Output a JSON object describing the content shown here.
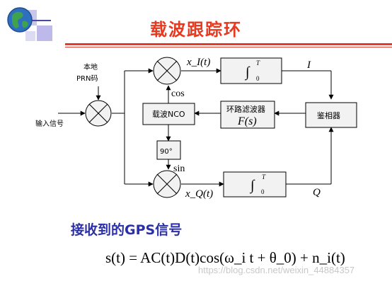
{
  "title": "载波跟踪环",
  "diagram": {
    "local_prn_line1": "本地",
    "local_prn_line2": "PRN码",
    "input_signal": "输入信号",
    "xi_label": "x_I(t)",
    "xq_label": "x_Q(t)",
    "cos_label": "cos",
    "sin_label": "sin",
    "nco_label": "载波NCO",
    "phase_shift_label": "90°",
    "loop_filter_line1": "环路滤波器",
    "loop_filter_line2": "F(s)",
    "discriminator_label": "鉴相器",
    "integral_upper_limit": "T",
    "integral_lower_limit": "0",
    "integral_symbol": "∫",
    "i_output": "I",
    "q_output": "Q"
  },
  "subtitle": "接收到的GPS信号",
  "formula": "s(t) = AC(t)D(t)cos(ω_i t + θ_0) + n_i(t)",
  "watermark": "https://blog.csdn.net/weixin_44884357",
  "colors": {
    "title": "#e8391f",
    "rule": "#e23b2a",
    "subtitle": "#2b2fa8",
    "box_fill": "#f2f2f2"
  }
}
